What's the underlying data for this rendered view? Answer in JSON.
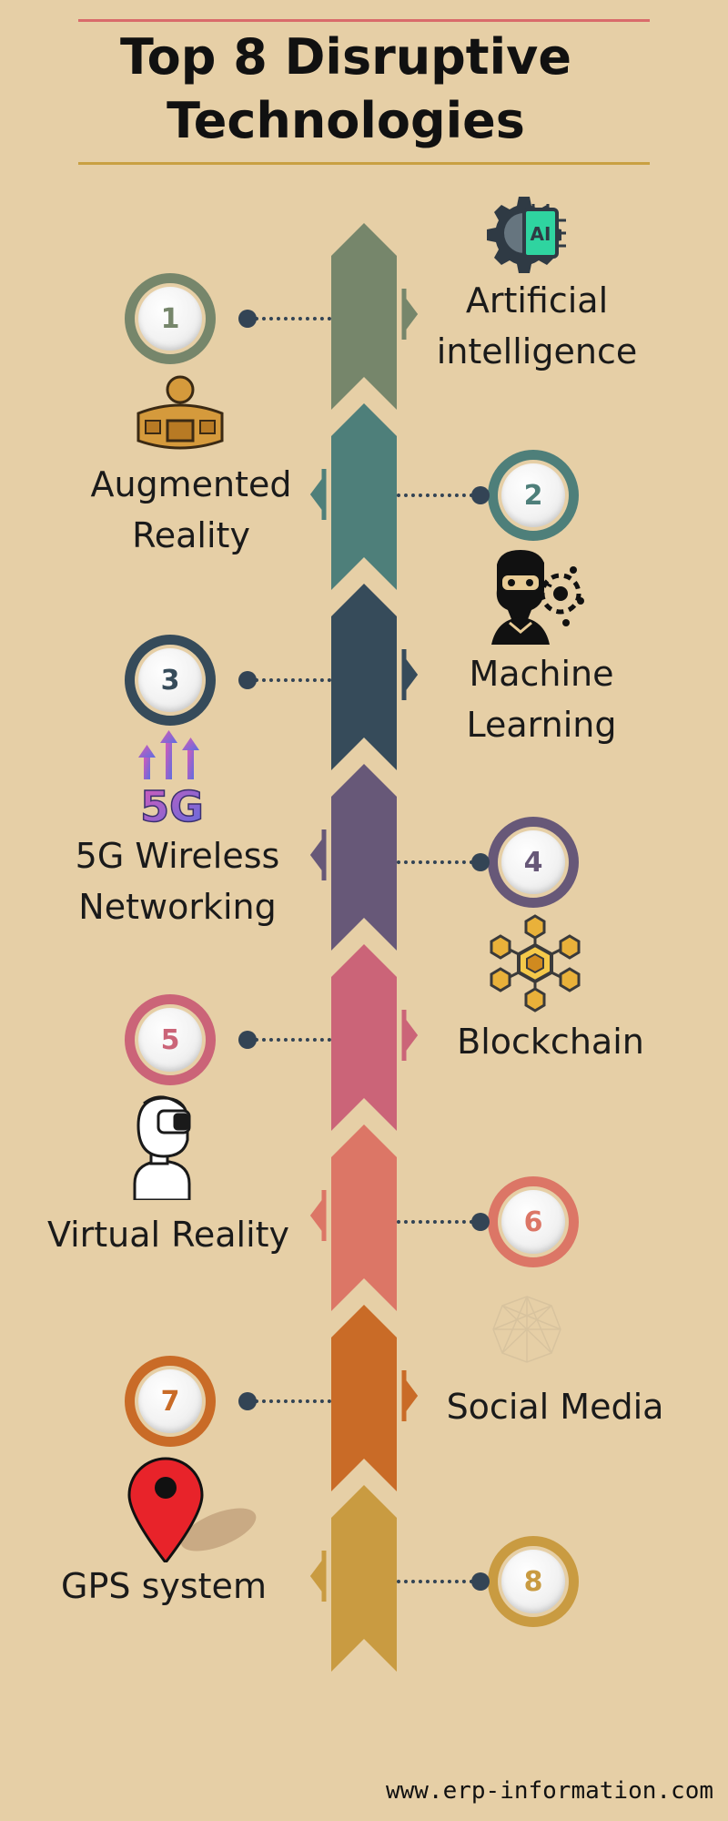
{
  "title": {
    "line1": "Top 8 Disruptive",
    "line2": "Technologies"
  },
  "items": [
    {
      "number": "1",
      "label_line1": "Artificial",
      "label_line2": "intelligence",
      "color": "#76866b",
      "icon": "ai-chip-gear-icon"
    },
    {
      "number": "2",
      "label_line1": "Augmented",
      "label_line2": "Reality",
      "color": "#4e7f7a",
      "icon": "augmented-reality-person-icon"
    },
    {
      "number": "3",
      "label_line1": "Machine",
      "label_line2": "Learning",
      "color": "#364b5a",
      "icon": "robot-head-gear-icon"
    },
    {
      "number": "4",
      "label_line1": "5G Wireless",
      "label_line2": "Networking",
      "color": "#675878",
      "icon": "5g-signal-icon"
    },
    {
      "number": "5",
      "label_line1": "Blockchain",
      "label_line2": "",
      "color": "#cb6478",
      "icon": "blockchain-cubes-icon"
    },
    {
      "number": "6",
      "label_line1": "Virtual Reality",
      "label_line2": "",
      "color": "#dc7666",
      "icon": "vr-headset-person-icon"
    },
    {
      "number": "7",
      "label_line1": "Social Media",
      "label_line2": "",
      "color": "#c96b27",
      "icon": "social-network-icon"
    },
    {
      "number": "8",
      "label_line1": "GPS system",
      "label_line2": "",
      "color": "#c99b41",
      "icon": "map-pin-icon"
    }
  ],
  "footer": {
    "url": "www.erp-information.com"
  }
}
